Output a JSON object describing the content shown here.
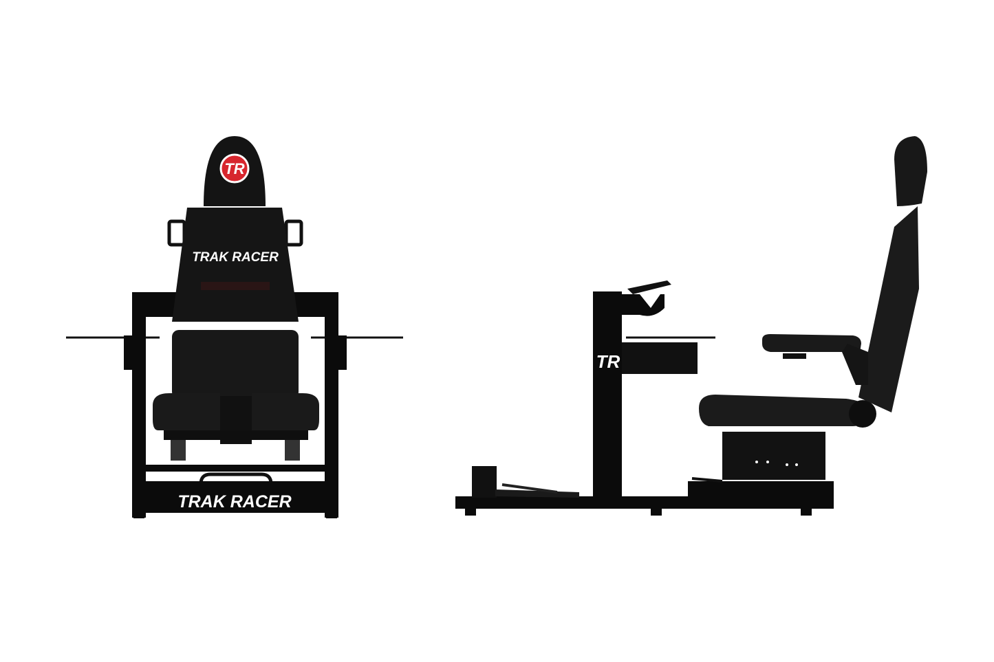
{
  "image": {
    "description_free": true,
    "front_view": {
      "headrest_logo": "TR",
      "backrest_text": "TRAK RACER",
      "base_text": "TRAK RACER"
    },
    "side_view": {
      "upright_logo": "TR"
    }
  },
  "colors": {
    "background": "#ffffff",
    "frame": "#0b0b0b",
    "seat": "#141414",
    "logo_red": "#d7262e",
    "text": "#ffffff"
  }
}
